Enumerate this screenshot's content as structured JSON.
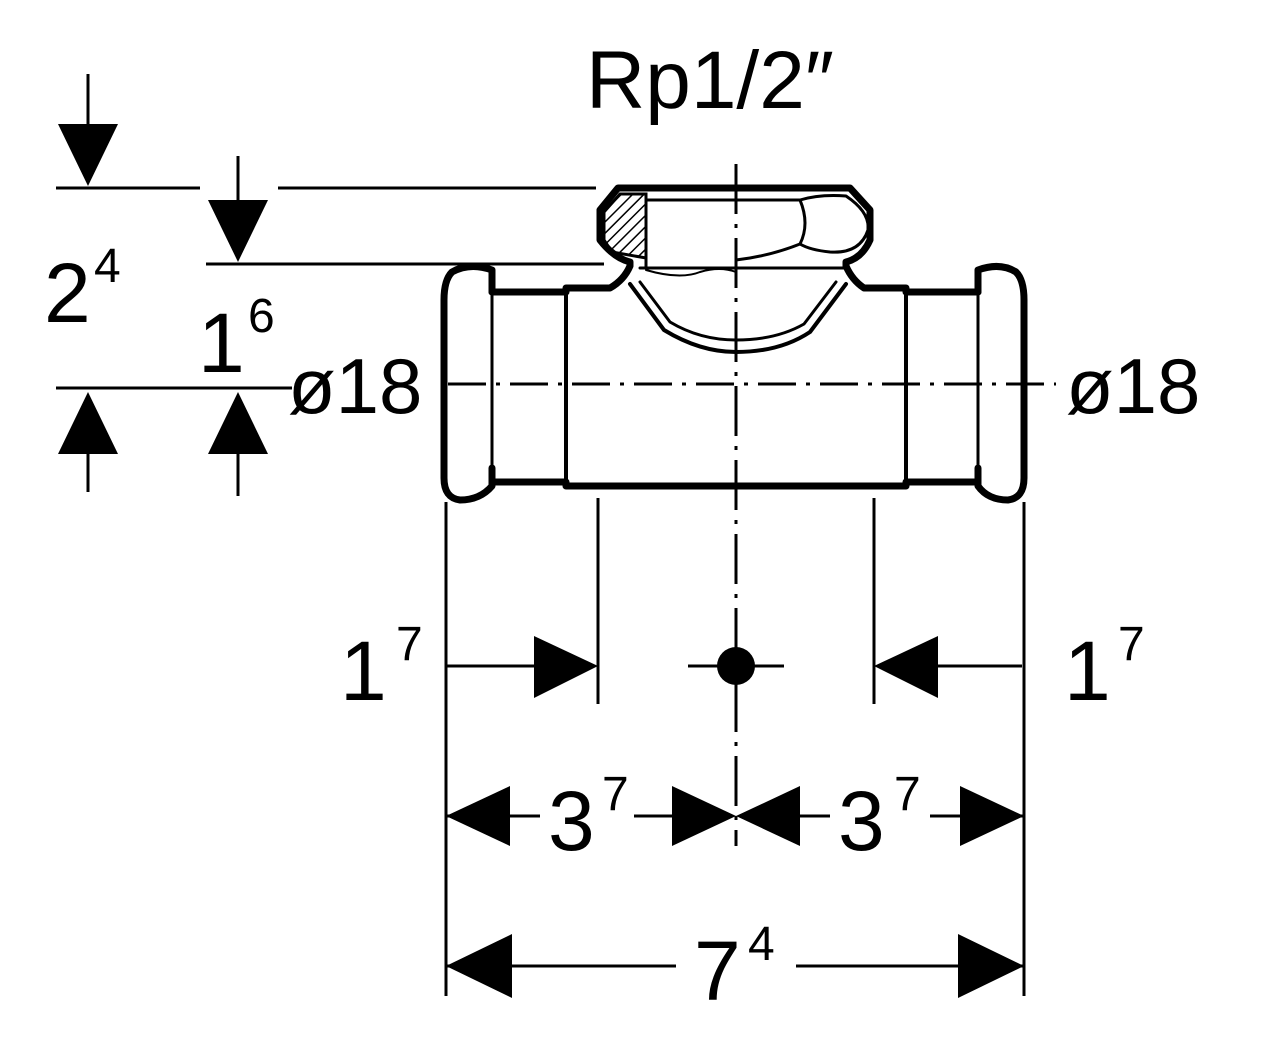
{
  "thread_label": "Rp1/2″",
  "left_diameter": "ø18",
  "right_diameter": "ø18",
  "height_total": {
    "base": "2",
    "sup": "4"
  },
  "height_inner": {
    "base": "1",
    "sup": "6"
  },
  "insert_left": {
    "base": "1",
    "sup": "7"
  },
  "insert_right": {
    "base": "1",
    "sup": "7"
  },
  "half_left": {
    "base": "3",
    "sup": "7"
  },
  "half_right": {
    "base": "3",
    "sup": "7"
  },
  "overall_length": {
    "base": "7",
    "sup": "4"
  },
  "colors": {
    "ink": "#000000",
    "background": "#ffffff"
  }
}
